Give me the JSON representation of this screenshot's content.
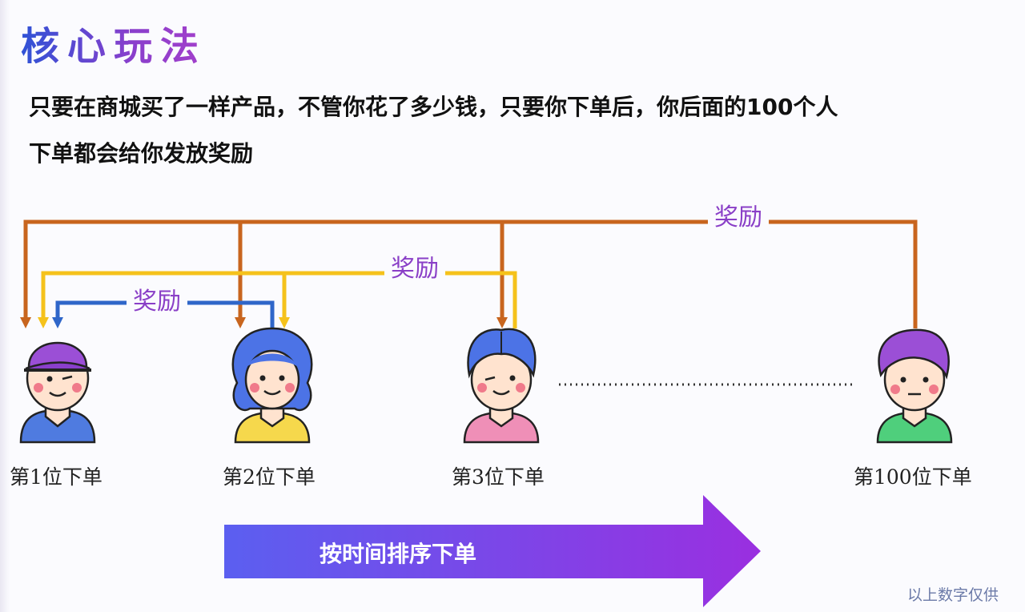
{
  "title": "核心玩法",
  "description": {
    "line1": "只要在商城买了一样产品，不管你花了多少钱，只要你下单后，你后面的100个人",
    "line2": "下单都会给你发放奖励"
  },
  "rewards": {
    "orange": "奖励",
    "yellow": "奖励",
    "blue": "奖励"
  },
  "people": [
    {
      "label": "第1位下单",
      "hair": "#9b4fd6",
      "shirt": "#4f7be0"
    },
    {
      "label": "第2位下单",
      "hair": "#4c73e6",
      "shirt": "#f6d84c"
    },
    {
      "label": "第3位下单",
      "hair": "#4c73e6",
      "shirt": "#ef8fb7"
    },
    {
      "label": "第100位下单",
      "hair": "#9b4fd6",
      "shirt": "#4fcf7c"
    }
  ],
  "arrow_label": "按时间排序下单",
  "disclaimer": "以上数字仅供",
  "colors": {
    "orange_line": "#c8651e",
    "yellow_line": "#f5c21b",
    "blue_line": "#2f66c9",
    "arrow_start": "#5b5ff0",
    "arrow_end": "#9a2fe0"
  }
}
